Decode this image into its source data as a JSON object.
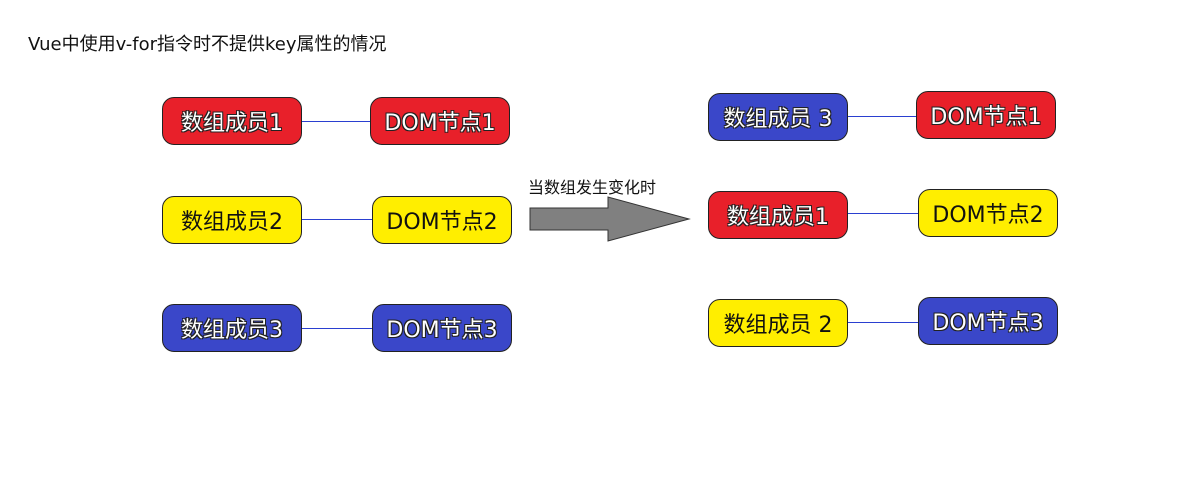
{
  "title": "Vue中使用v-for指令时不提供key属性的情况",
  "transition_label": "当数组发生变化时",
  "colors": {
    "red": "#e8202a",
    "blue": "#3a47c9",
    "yellow": "#ffee00",
    "arrow": "#808080",
    "link": "#2a3fd0"
  },
  "before": [
    {
      "member": "数组成员1",
      "dom": "DOM节点1",
      "color": "red"
    },
    {
      "member": "数组成员2",
      "dom": "DOM节点2",
      "color": "yellow"
    },
    {
      "member": "数组成员3",
      "dom": "DOM节点3",
      "color": "blue"
    }
  ],
  "after": [
    {
      "member": "数组成员 3",
      "member_color": "blue",
      "dom": "DOM节点1",
      "dom_color": "red"
    },
    {
      "member": "数组成员1",
      "member_color": "red",
      "dom": "DOM节点2",
      "dom_color": "yellow"
    },
    {
      "member": "数组成员 2",
      "member_color": "yellow",
      "dom": "DOM节点3",
      "dom_color": "blue"
    }
  ]
}
